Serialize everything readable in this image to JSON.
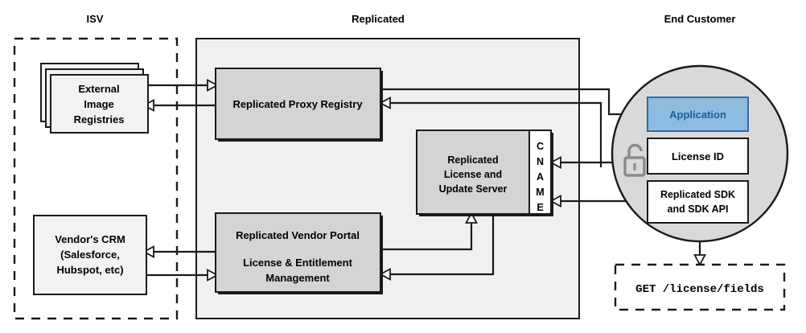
{
  "diagram": {
    "title_groups": [
      {
        "id": "isv",
        "label": "ISV"
      },
      {
        "id": "replicated",
        "label": "Replicated"
      },
      {
        "id": "end_customer",
        "label": "End Customer"
      }
    ],
    "colors": {
      "panel_fill": "#f0f0f0",
      "box_fill": "#d4d4d4",
      "light_box_fill": "#f2f2f2",
      "white_fill": "#ffffff",
      "circle_fill": "#d9d9d9",
      "application_fill": "#8dbce0",
      "application_border": "#2e6da4",
      "application_text": "#1f5c99",
      "stroke": "#1a1a1a",
      "lock_color": "#8a8a8a"
    },
    "isv": {
      "external_registries": "External\nImage\nRegistries",
      "external_registries_lines": [
        "External",
        "Image",
        "Registries"
      ],
      "vendor_crm_lines": [
        "Vendor's CRM",
        "(Salesforce,",
        "Hubspot, etc)"
      ]
    },
    "replicated": {
      "proxy_registry": "Replicated Proxy Registry",
      "license_server_lines": [
        "Replicated",
        "License and",
        "Update Server"
      ],
      "cname_letters": [
        "C",
        "N",
        "A",
        "M",
        "E"
      ],
      "vendor_portal_lines": [
        "Replicated Vendor Portal",
        "License & Entitlement",
        "Management"
      ]
    },
    "end_customer": {
      "application": "Application",
      "license_id": "License ID",
      "sdk_lines": [
        "Replicated SDK",
        "and SDK API"
      ],
      "lock_icon": "unlock-icon",
      "api_call": "GET /license/fields"
    }
  }
}
